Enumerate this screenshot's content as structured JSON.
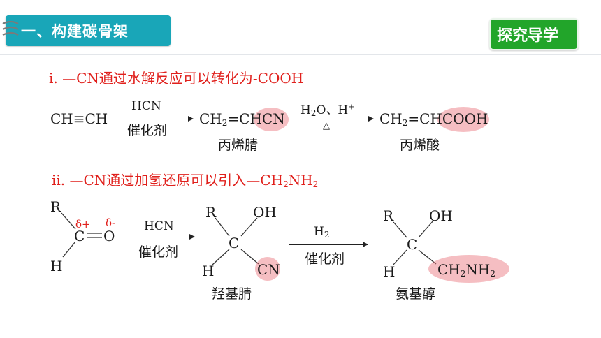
{
  "header": {
    "section_title": "一、构建碳骨架",
    "badge_label": "探究导学"
  },
  "rules": {
    "rule1": "ⅰ. —CN通过水解反应可以转化为-COOH",
    "rule2_prefix": "ⅱ. —CN通过加氢还原可以引入—CH",
    "rule2_sub1": "2",
    "rule2_mid": "NH",
    "rule2_sub2": "2"
  },
  "reaction1": {
    "reactant": "CH≡CH",
    "arrow1_top": "HCN",
    "arrow1_bottom": "催化剂",
    "product1_a": "CH",
    "product1_sub": "2",
    "product1_b": "=CH",
    "product1_highlight": "CN",
    "product1_name": "丙烯腈",
    "arrow2_top_a": "H",
    "arrow2_top_sub": "2",
    "arrow2_top_b": "O、H",
    "arrow2_top_sup": "+",
    "arrow2_bottom": "△",
    "product2_a": "CH",
    "product2_sub": "2",
    "product2_b": "=CH",
    "product2_highlight": "COOH",
    "product2_name": "丙烯酸"
  },
  "reaction2": {
    "aldehyde": {
      "R": "R",
      "C": "C",
      "O": "O",
      "H": "H",
      "delta_plus": "δ+",
      "delta_minus": "δ-"
    },
    "arrow1_top": "HCN",
    "arrow1_bottom": "催化剂",
    "cyanohydrin": {
      "R": "R",
      "OH": "OH",
      "C": "C",
      "H": "H",
      "CN": "CN",
      "name": "羟基腈"
    },
    "arrow2_top_a": "H",
    "arrow2_top_sub": "2",
    "arrow2_bottom": "催化剂",
    "aminoalcohol": {
      "R": "R",
      "OH": "OH",
      "C": "C",
      "H": "H",
      "CH2NH2_a": "CH",
      "CH2NH2_sub1": "2",
      "CH2NH2_b": "NH",
      "CH2NH2_sub2": "2",
      "name": "氨基醇"
    }
  }
}
